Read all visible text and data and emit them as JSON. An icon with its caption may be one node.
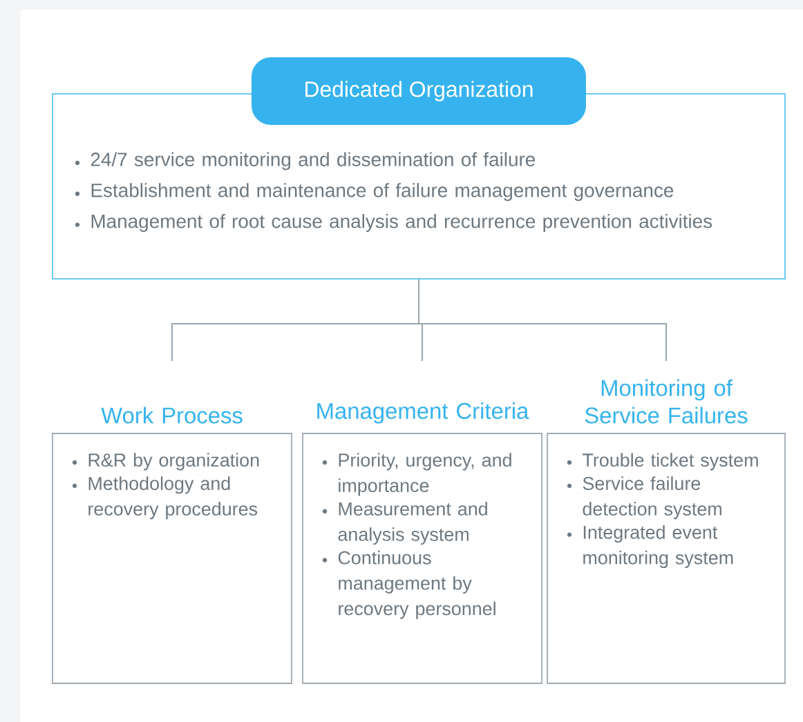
{
  "diagram": {
    "nodes": [
      {
        "text": [
          "Dedicated Organization",
          "24/7 service monitoring and dissemination of failure",
          "Establishment and maintenance of failure management governance",
          "Management of root cause analysis and recurrence prevention activities"
        ]
      },
      {
        "text": [
          "Work Process",
          "R&R by organization",
          "Methodology and recovery procedures"
        ]
      },
      {
        "text": [
          "Management Criteria",
          "Priority, urgency, and importance",
          "Measurement and analysis system",
          "Continuous management by recovery personnel"
        ]
      },
      {
        "text": [
          "Monitoring of Service Failures",
          "Trouble ticket system",
          "Service failure detection system",
          "Integrated event monitoring system"
        ]
      }
    ],
    "edges": [
      {
        "from": 0,
        "to": 1,
        "arrow": "none"
      },
      {
        "from": 0,
        "to": 2,
        "arrow": "none"
      },
      {
        "from": 0,
        "to": 3,
        "arrow": "none"
      }
    ]
  }
}
